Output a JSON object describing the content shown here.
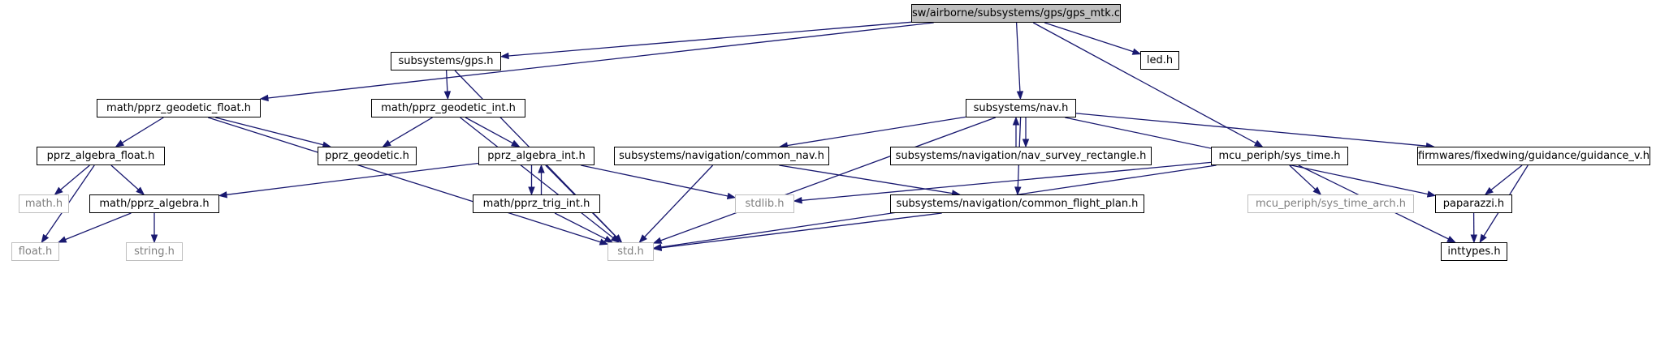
{
  "colors": {
    "edge": "#191970",
    "root_fill": "#bfbfbf",
    "system_border": "#bfbfbf",
    "system_text": "#7f7f7f"
  },
  "nodes": {
    "gps_mtk_c": {
      "label": "sw/airborne/subsystems/gps/gps_mtk.c",
      "kind": "root"
    },
    "subsystems_gps_h": {
      "label": "subsystems/gps.h",
      "kind": "local"
    },
    "led_h": {
      "label": "led.h",
      "kind": "local"
    },
    "pprz_geodetic_float_h": {
      "label": "math/pprz_geodetic_float.h",
      "kind": "local"
    },
    "pprz_geodetic_int_h": {
      "label": "math/pprz_geodetic_int.h",
      "kind": "local"
    },
    "subsystems_nav_h": {
      "label": "subsystems/nav.h",
      "kind": "local"
    },
    "pprz_algebra_float_h": {
      "label": "pprz_algebra_float.h",
      "kind": "local"
    },
    "pprz_geodetic_h": {
      "label": "pprz_geodetic.h",
      "kind": "local"
    },
    "pprz_algebra_int_h": {
      "label": "pprz_algebra_int.h",
      "kind": "local"
    },
    "common_nav_h": {
      "label": "subsystems/navigation/common_nav.h",
      "kind": "local"
    },
    "nav_survey_rectangle_h": {
      "label": "subsystems/navigation/nav_survey_rectangle.h",
      "kind": "local"
    },
    "sys_time_h": {
      "label": "mcu_periph/sys_time.h",
      "kind": "local"
    },
    "guidance_v_h": {
      "label": "firmwares/fixedwing/guidance/guidance_v.h",
      "kind": "local"
    },
    "math_h": {
      "label": "math.h",
      "kind": "system"
    },
    "pprz_algebra_h": {
      "label": "math/pprz_algebra.h",
      "kind": "local"
    },
    "pprz_trig_int_h": {
      "label": "math/pprz_trig_int.h",
      "kind": "local"
    },
    "stdlib_h": {
      "label": "stdlib.h",
      "kind": "system"
    },
    "common_flight_plan_h": {
      "label": "subsystems/navigation/common_flight_plan.h",
      "kind": "local"
    },
    "sys_time_arch_h": {
      "label": "mcu_periph/sys_time_arch.h",
      "kind": "system"
    },
    "paparazzi_h": {
      "label": "paparazzi.h",
      "kind": "local"
    },
    "float_h": {
      "label": "float.h",
      "kind": "system"
    },
    "string_h": {
      "label": "string.h",
      "kind": "system"
    },
    "std_h": {
      "label": "std.h",
      "kind": "system"
    },
    "inttypes_h": {
      "label": "inttypes.h",
      "kind": "local"
    }
  },
  "edges": [
    [
      "gps_mtk_c",
      "subsystems_gps_h"
    ],
    [
      "gps_mtk_c",
      "led_h"
    ],
    [
      "gps_mtk_c",
      "pprz_geodetic_float_h"
    ],
    [
      "gps_mtk_c",
      "subsystems_nav_h"
    ],
    [
      "gps_mtk_c",
      "sys_time_h"
    ],
    [
      "subsystems_gps_h",
      "pprz_geodetic_int_h"
    ],
    [
      "subsystems_gps_h",
      "std_h"
    ],
    [
      "pprz_geodetic_float_h",
      "pprz_algebra_float_h"
    ],
    [
      "pprz_geodetic_float_h",
      "pprz_geodetic_h"
    ],
    [
      "pprz_geodetic_float_h",
      "std_h"
    ],
    [
      "pprz_geodetic_int_h",
      "pprz_geodetic_h"
    ],
    [
      "pprz_geodetic_int_h",
      "pprz_algebra_int_h"
    ],
    [
      "pprz_geodetic_int_h",
      "std_h"
    ],
    [
      "pprz_algebra_float_h",
      "math_h"
    ],
    [
      "pprz_algebra_float_h",
      "pprz_algebra_h"
    ],
    [
      "pprz_algebra_float_h",
      "float_h"
    ],
    [
      "pprz_algebra_int_h",
      "pprz_algebra_h"
    ],
    [
      "pprz_algebra_int_h",
      "pprz_trig_int_h"
    ],
    [
      "pprz_algebra_int_h",
      "stdlib_h"
    ],
    [
      "pprz_algebra_int_h",
      "std_h"
    ],
    [
      "pprz_trig_int_h",
      "pprz_algebra_int_h"
    ],
    [
      "pprz_trig_int_h",
      "std_h"
    ],
    [
      "pprz_algebra_h",
      "float_h"
    ],
    [
      "pprz_algebra_h",
      "string_h"
    ],
    [
      "subsystems_nav_h",
      "common_nav_h"
    ],
    [
      "subsystems_nav_h",
      "nav_survey_rectangle_h"
    ],
    [
      "nav_survey_rectangle_h",
      "subsystems_nav_h"
    ],
    [
      "subsystems_nav_h",
      "guidance_v_h"
    ],
    [
      "subsystems_nav_h",
      "paparazzi_h"
    ],
    [
      "subsystems_nav_h",
      "common_flight_plan_h"
    ],
    [
      "subsystems_nav_h",
      "std_h"
    ],
    [
      "common_nav_h",
      "common_flight_plan_h"
    ],
    [
      "common_nav_h",
      "std_h"
    ],
    [
      "sys_time_h",
      "stdlib_h"
    ],
    [
      "sys_time_h",
      "sys_time_arch_h"
    ],
    [
      "sys_time_h",
      "std_h"
    ],
    [
      "sys_time_h",
      "inttypes_h"
    ],
    [
      "guidance_v_h",
      "paparazzi_h"
    ],
    [
      "guidance_v_h",
      "inttypes_h"
    ],
    [
      "paparazzi_h",
      "inttypes_h"
    ],
    [
      "common_flight_plan_h",
      "std_h"
    ]
  ]
}
